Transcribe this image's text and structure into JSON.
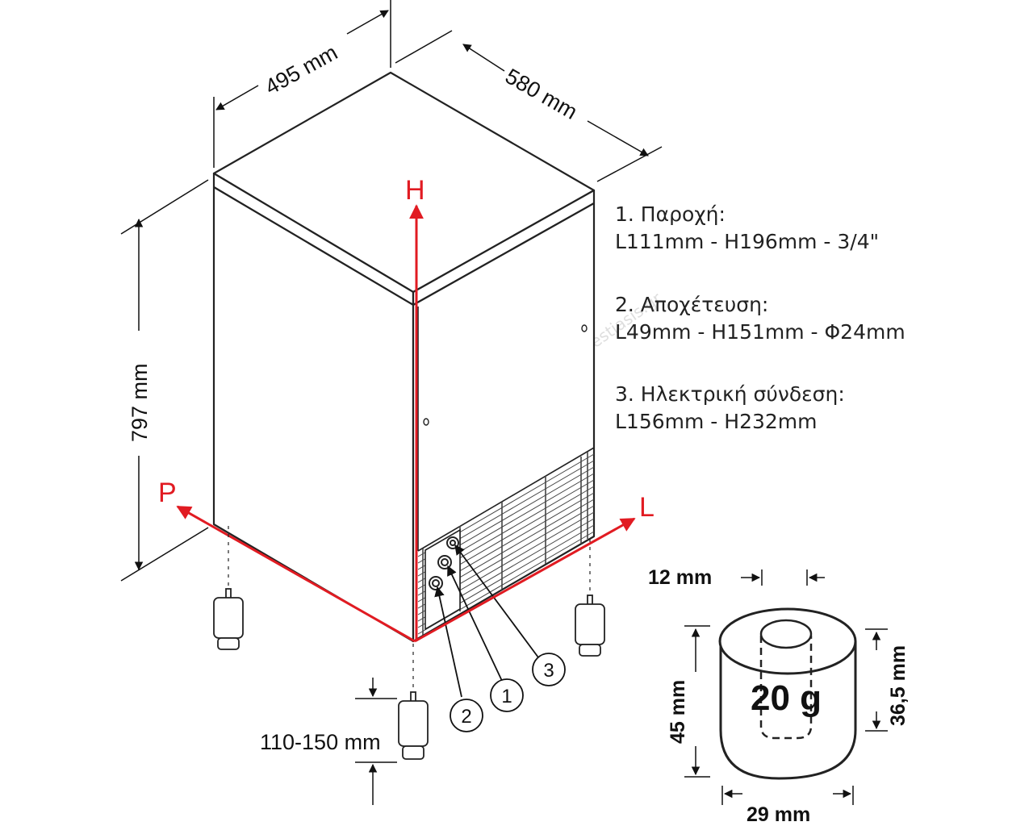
{
  "dimensions": {
    "width": "495 mm",
    "depth": "580 mm",
    "height": "797 mm",
    "legs": "110-150 mm"
  },
  "axes": {
    "h": "H",
    "p": "P",
    "l": "L"
  },
  "callouts": [
    "1",
    "2",
    "3"
  ],
  "specs": [
    {
      "title": "1. Παροχή:",
      "detail": "L111mm - H196mm - 3/4\""
    },
    {
      "title": "2. Αποχέτευση:",
      "detail": "L49mm - H151mm - Φ24mm"
    },
    {
      "title": "3. Ηλεκτρική σύνδεση:",
      "detail": "L156mm - H232mm"
    }
  ],
  "ice_cube": {
    "hole": "12 mm",
    "height": "45 mm",
    "inner": "36,5 mm",
    "base": "29 mm",
    "weight": "20 g"
  },
  "watermark": "exoplismos-estiasis.gr",
  "colors": {
    "axis": "#e11b22",
    "line": "#222222"
  }
}
